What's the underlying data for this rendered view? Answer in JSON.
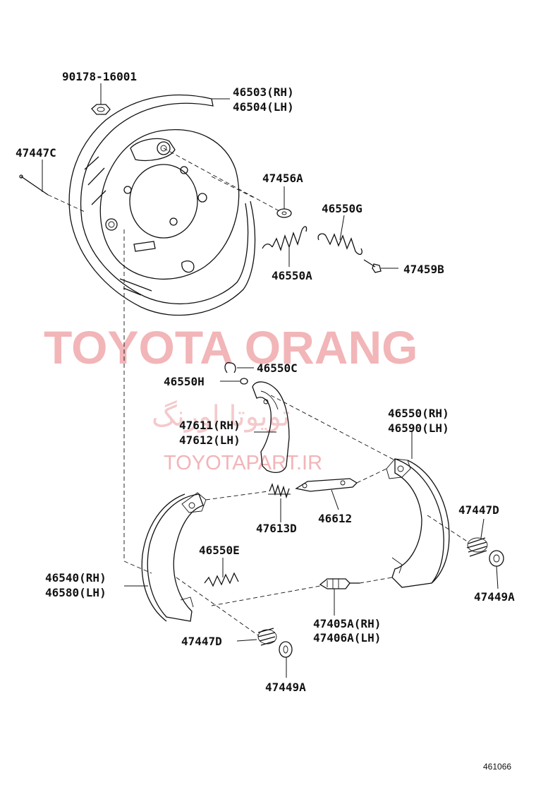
{
  "labels": {
    "p90178": "90178-16001",
    "p46503": "46503(RH)",
    "p46504": "46504(LH)",
    "p47447C": "47447C",
    "p47456A": "47456A",
    "p46550G": "46550G",
    "p46550A": "46550A",
    "p47459B": "47459B",
    "p46550C": "46550C",
    "p46550H": "46550H",
    "p47611": "47611(RH)",
    "p47612": "47612(LH)",
    "p46550rh": "46550(RH)",
    "p46590lh": "46590(LH)",
    "p47613D": "47613D",
    "p46612": "46612",
    "p47447D_right": "47447D",
    "p46550E": "46550E",
    "p46540": "46540(RH)",
    "p46580": "46580(LH)",
    "p47449A_right": "47449A",
    "p47405A": "47405A(RH)",
    "p47406A": "47406A(LH)",
    "p47447D_bottom": "47447D",
    "p47449A_bottom": "47449A"
  },
  "watermark": {
    "brand": "TOYOTA ORANG",
    "persian": "تویوتا اورنگ",
    "site": "TOYOTAPART.IR"
  },
  "figure_number": "461066"
}
